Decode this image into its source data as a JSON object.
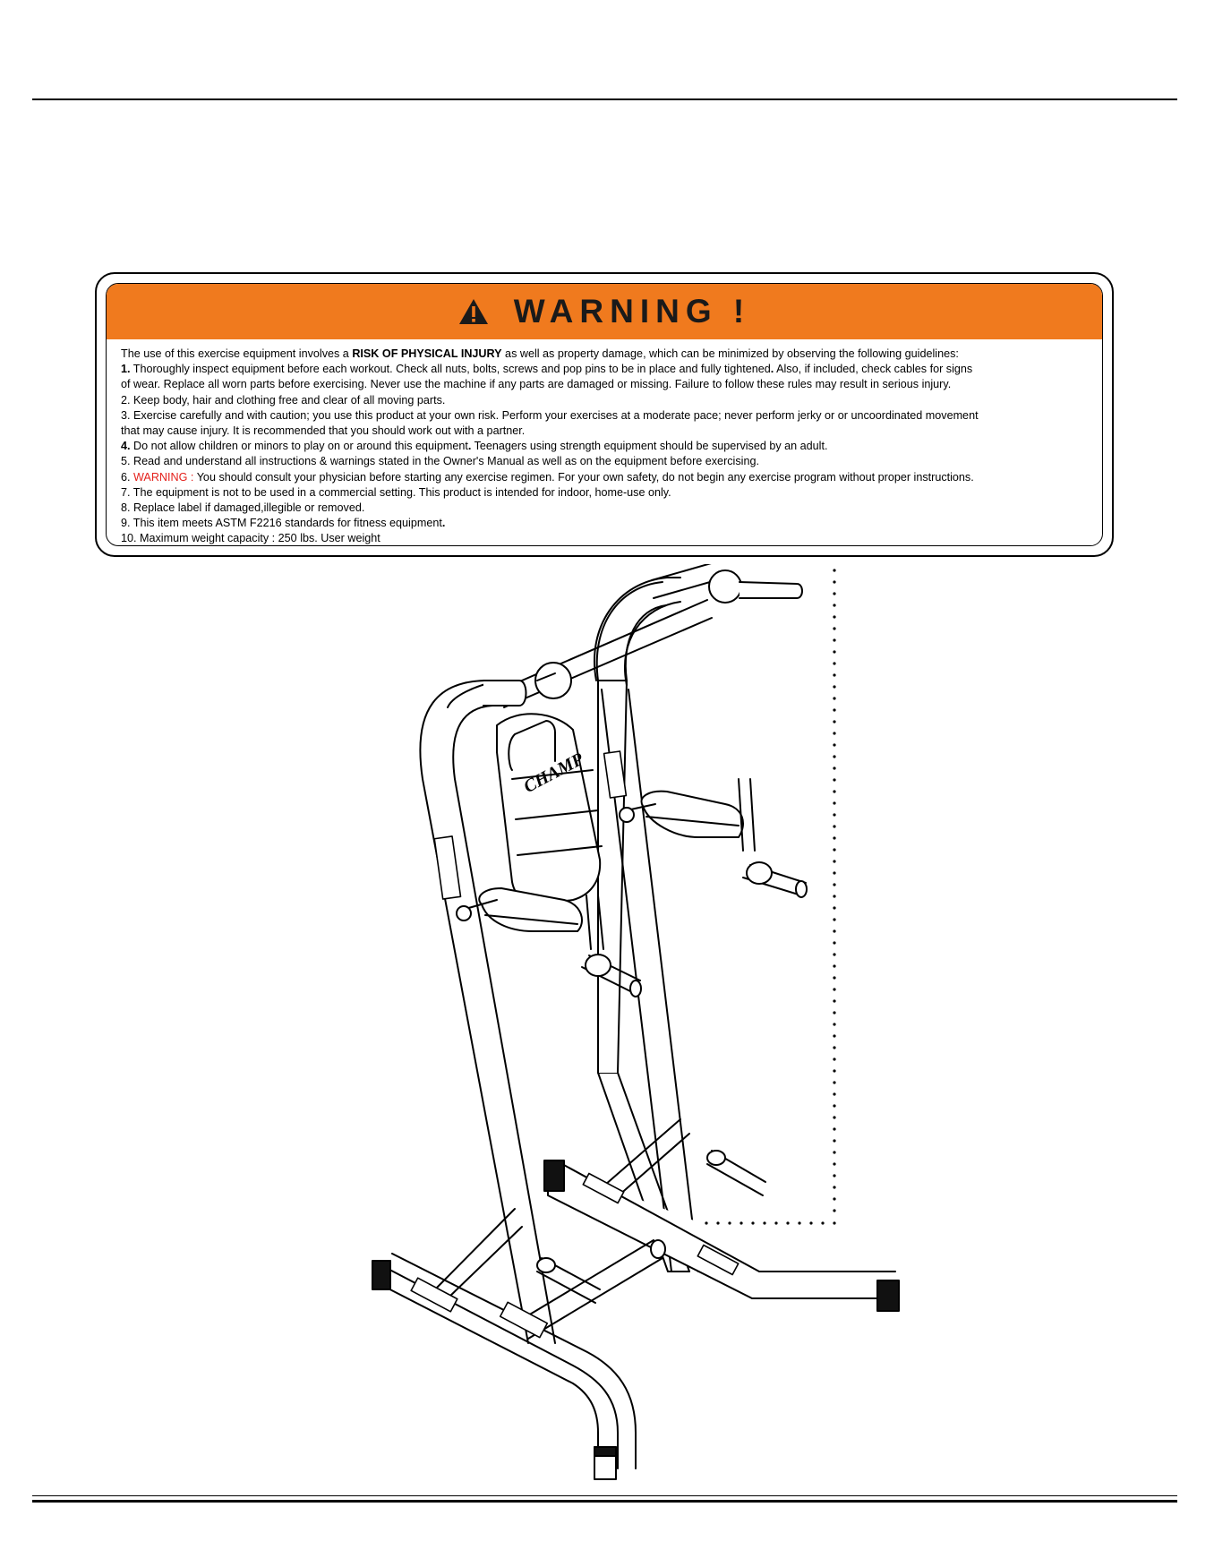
{
  "warning": {
    "title": "WARNING !",
    "intro_pre": "The use of this exercise equipment involves a ",
    "intro_bold": "RISK OF PHYSICAL INJURY",
    "intro_post": "  as well as property damage, which can be minimized by observing the following guidelines:",
    "item1_num": "1.",
    "item1_a": " Thoroughly inspect equipment before each workout. Check all nuts, bolts, screws and pop pins to be in place and fully tightened",
    "item1_dot": ".",
    "item1_b": " Also, if included, check cables for signs",
    "item1_line2": "of wear. Replace all worn parts before exercising. Never use the machine if any parts are damaged or missing. Failure to follow these rules may result in serious injury.",
    "item2": "2. Keep body, hair and clothing free and clear of all moving parts.",
    "item3_line1": "3. Exercise carefully and with caution; you use this product at your own risk. Perform your exercises at a moderate pace; never perform jerky or or uncoordinated movement",
    "item3_line2": "that may cause injury.  It is recommended that you should work out with a partner.",
    "item4_num": "4.",
    "item4_a": " Do not allow children or minors to play on or around this equipment",
    "item4_dot": ".",
    "item4_b": " Teenagers using strength equipment should be supervised by an adult.",
    "item5": "5. Read and understand all instructions & warnings stated in the Owner's Manual as well as on the equipment before exercising.",
    "item6_num": "6. ",
    "item6_red": "WARNING :",
    "item6_text": "  You should consult your physician before starting any exercise regimen. For your own safety, do not begin any exercise  program without proper instructions.",
    "item7": "7. The equipment is not to be used in a commercial setting. This product is intended for indoor, home-use only.",
    "item8": "8. Replace label if damaged,illegible or removed.",
    "item9_a": "9. This item meets ASTM F2216 standards for fitness equipment",
    "item9_dot": ".",
    "item10": "10. Maximum weight capacity : 250 lbs. User weight"
  },
  "figure": {
    "seat_logo": "CHAMP"
  },
  "colors": {
    "label_header": "#f07a1e",
    "warning_red": "#e4201b"
  },
  "icons": {
    "warning": "warning-triangle-icon"
  }
}
